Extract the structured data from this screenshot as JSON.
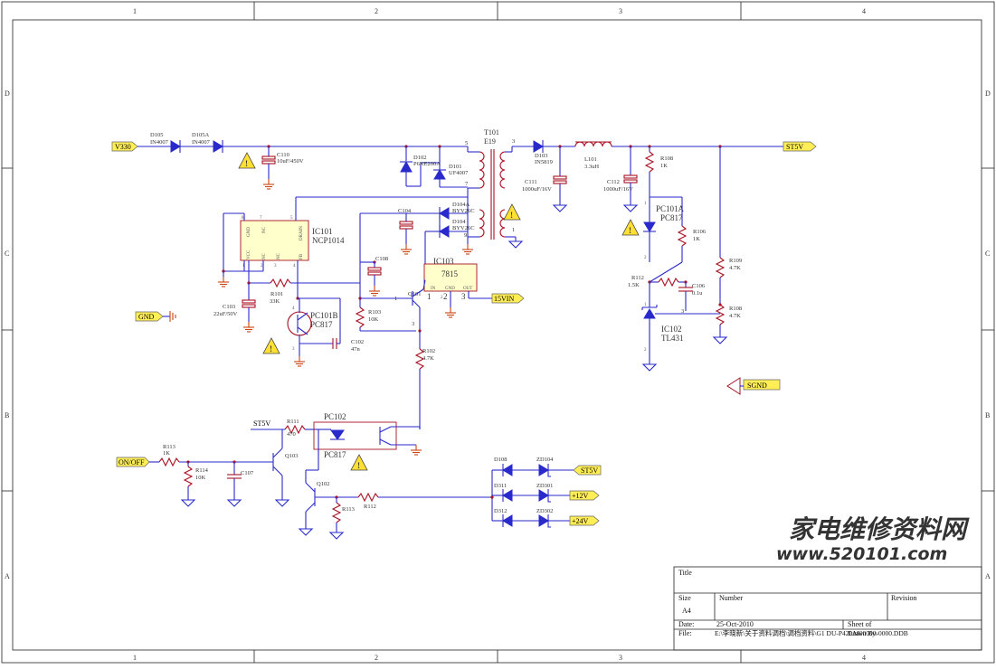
{
  "border": {
    "columns": [
      "1",
      "2",
      "3",
      "4"
    ],
    "rows": [
      "D",
      "C",
      "B",
      "A"
    ]
  },
  "ports": {
    "v330": "V330",
    "st5v": "ST5V",
    "gnd": "GND",
    "sgnd": "SGND",
    "v15in": "15VIN",
    "onoff": "ON/OFF",
    "st5v_2": "ST5V",
    "st5v_3": "ST5V",
    "p12v": "+12V",
    "p24v": "+24V"
  },
  "parts": {
    "d105": {
      "ref": "D105",
      "val": "IN4007"
    },
    "d105a": {
      "ref": "D105A",
      "val": "IN4007"
    },
    "c110": {
      "ref": "C110",
      "val": "10uF/450V"
    },
    "d102": {
      "ref": "D102",
      "val": "P6KE200A"
    },
    "d101": {
      "ref": "D101",
      "val": "UF4007"
    },
    "t101": {
      "ref": "T101",
      "val": "E19"
    },
    "d103": {
      "ref": "D103",
      "val": "IN5819"
    },
    "l101": {
      "ref": "L101",
      "val": "3.3uH"
    },
    "c111": {
      "ref": "C111",
      "val": "1000uF/16V"
    },
    "c112": {
      "ref": "C112",
      "val": "1000uF/16V"
    },
    "r108a": {
      "ref": "R108",
      "val": "1K"
    },
    "ic101": {
      "ref": "IC101",
      "val": "NCP1014"
    },
    "c104": {
      "ref": "C104"
    },
    "d104a": {
      "ref": "D104A",
      "val": "BYV26C"
    },
    "d104": {
      "ref": "D104",
      "val": "BYV26C"
    },
    "c108": {
      "ref": "C108"
    },
    "ic103": {
      "ref": "IC103",
      "val": "7815",
      "in": "IN",
      "gnd": "GND",
      "out": "OUT"
    },
    "pc101a": {
      "ref": "PC101A",
      "val": "PC817"
    },
    "r106": {
      "ref": "R106",
      "val": "1K"
    },
    "r109": {
      "ref": "R109",
      "val": "4.7K"
    },
    "r112a": {
      "ref": "R112",
      "val": "1.5K"
    },
    "c106": {
      "ref": "C106",
      "val": "0.1u"
    },
    "r108b": {
      "ref": "R108",
      "val": "4.7K"
    },
    "ic102": {
      "ref": "IC102",
      "val": "TL431"
    },
    "c103": {
      "ref": "C103",
      "val": "22uF/50V"
    },
    "r101": {
      "ref": "R101",
      "val": "33K"
    },
    "pc101b": {
      "ref": "PC101B",
      "val": "PC817"
    },
    "c102": {
      "ref": "C102",
      "val": "47n"
    },
    "r103": {
      "ref": "R103",
      "val": "10K"
    },
    "q101": {
      "ref": "Q101"
    },
    "r102": {
      "ref": "R102",
      "val": "4.7K"
    },
    "r111": {
      "ref": "R111",
      "val": "470"
    },
    "pc102": {
      "ref": "PC102",
      "val": "PC817"
    },
    "r113a": {
      "ref": "R113",
      "val": "1K"
    },
    "r114": {
      "ref": "R114",
      "val": "10K"
    },
    "c107": {
      "ref": "C107"
    },
    "q103": {
      "ref": "Q103"
    },
    "q102": {
      "ref": "Q102"
    },
    "r113b": {
      "ref": "R113"
    },
    "r112b": {
      "ref": "R112"
    },
    "d108": {
      "ref": "D108"
    },
    "zd104": {
      "ref": "ZD104"
    },
    "d311": {
      "ref": "D311"
    },
    "zd301": {
      "ref": "ZD301"
    },
    "d312": {
      "ref": "D312"
    },
    "zd302": {
      "ref": "ZD302"
    }
  },
  "pins": {
    "ic101_8": "8",
    "ic101_7": "7",
    "ic101_5": "5",
    "ic101_1": "1",
    "ic101_2": "2",
    "ic101_3": "3",
    "ic101_4": "4",
    "ic101_gnd": "GND",
    "ic101_nc": "NC",
    "ic101_drain": "DRAIN",
    "ic101_vcc": "VCC",
    "ic101_nc2": "NC",
    "ic101_nc3": "NC",
    "ic101_fb": "FB",
    "t_5": "5",
    "t_7": "7",
    "t_3": "3",
    "t_1": "1",
    "t_9": "9",
    "q101_1": "1",
    "q101_2": "2",
    "q101_3": "3",
    "ic103_1": "1",
    "ic103_2": "2",
    "ic103_3": "3",
    "pc101a_1": "1",
    "pc101a_2": "2",
    "pc101b_3": "3",
    "pc101b_4": "4",
    "ic102_1": "1",
    "ic102_2": "2",
    "ic102_3": "3"
  },
  "titleblock": {
    "title_lbl": "Title",
    "size_lbl": "Size",
    "size_val": "A4",
    "number_lbl": "Number",
    "revision_lbl": "Revision",
    "date_lbl": "Date:",
    "date_val": "25-Oct-2010",
    "sheet_lbl": "Sheet   of",
    "file_lbl": "File:",
    "file_val": "E:\\李晓新\\关于资料调档\\调档资料\\G1 DU-P42LM00000-0000.DDB",
    "drawn_lbl": "Drawn By:"
  },
  "watermark": {
    "line1": "家电维修资料网",
    "line2": "www.520101.com"
  },
  "warning_glyph": "!",
  "colors": {
    "wire": "#2a2acc",
    "part": "#aa1122",
    "flag": "#ffee55",
    "warn": "#ffe033"
  }
}
